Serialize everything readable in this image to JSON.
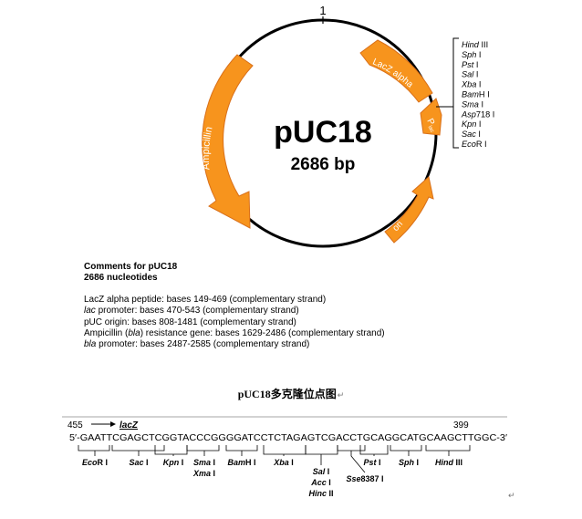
{
  "map": {
    "name": "pUC18",
    "size": "2686 bp",
    "origin_marker": "1",
    "features": [
      {
        "label": "LacZ alpha"
      },
      {
        "label": "P",
        "sub": "lac"
      },
      {
        "label": "ori"
      },
      {
        "label": "Ampicillin"
      }
    ],
    "sites": [
      {
        "name": "Hind",
        "suffix": " III"
      },
      {
        "name": "Sph",
        "suffix": " I"
      },
      {
        "name": "Pst",
        "suffix": " I"
      },
      {
        "name": "Sal",
        "suffix": " I"
      },
      {
        "name": "Xba",
        "suffix": " I"
      },
      {
        "name": "Bam",
        "suffix": "H I"
      },
      {
        "name": "Sma",
        "suffix": " I"
      },
      {
        "name": "Asp",
        "suffix": "718 I"
      },
      {
        "name": "Kpn",
        "suffix": " I"
      },
      {
        "name": "Sac",
        "suffix": " I"
      },
      {
        "name": "Eco",
        "suffix": "R I"
      }
    ],
    "colors": {
      "feature": "#f7941d",
      "feature_border": "#d9701a",
      "circle": "#000000"
    }
  },
  "comments": {
    "title": "Comments for pUC18",
    "subtitle": "2686 nucleotides",
    "lines": [
      {
        "italic": "",
        "text": "LacZ alpha peptide: bases 149-469 (complementary strand)"
      },
      {
        "italic": "lac",
        "text": " promoter: bases 470-543 (complementary strand)"
      },
      {
        "italic": "",
        "text": "pUC origin: bases 808-1481 (complementary strand)"
      },
      {
        "italic": "",
        "pre": "Ampicillin (",
        "italic_mid": "bla",
        "text": ") resistance gene: bases 1629-2486 (complementary strand)"
      },
      {
        "italic": "bla",
        "text": " promoter: bases 2487-2585 (complementary strand)"
      }
    ]
  },
  "mcs": {
    "title": "pUC18多克隆位点图",
    "return_mark": "↵",
    "left_number": "455",
    "right_number": "399",
    "gene": "lacZ",
    "sequence": "5′-GAATTCGAGCTCGGTACCCGGGGATCCTCTAGAGTCGACCTGCAGGCATGCAAGCTTGGC-3′",
    "enzymes": [
      {
        "italic": "Eco",
        "rest": "R I"
      },
      {
        "italic": "Sac",
        "rest": " I"
      },
      {
        "italic": "Kpn",
        "rest": " I"
      },
      {
        "italic": "Sma",
        "rest": " I"
      },
      {
        "italic": "Xma",
        "rest": " I"
      },
      {
        "italic": "Bam",
        "rest": "H I"
      },
      {
        "italic": "Xba",
        "rest": " I"
      },
      {
        "italic": "Sal",
        "rest": " I"
      },
      {
        "italic": "Acc",
        "rest": " I"
      },
      {
        "italic": "Hinc",
        "rest": " II"
      },
      {
        "italic": "Pst",
        "rest": " I"
      },
      {
        "italic": "Sse",
        "rest": "8387 I"
      },
      {
        "italic": "Sph",
        "rest": " I"
      },
      {
        "italic": "Hind",
        "rest": " III"
      }
    ]
  }
}
